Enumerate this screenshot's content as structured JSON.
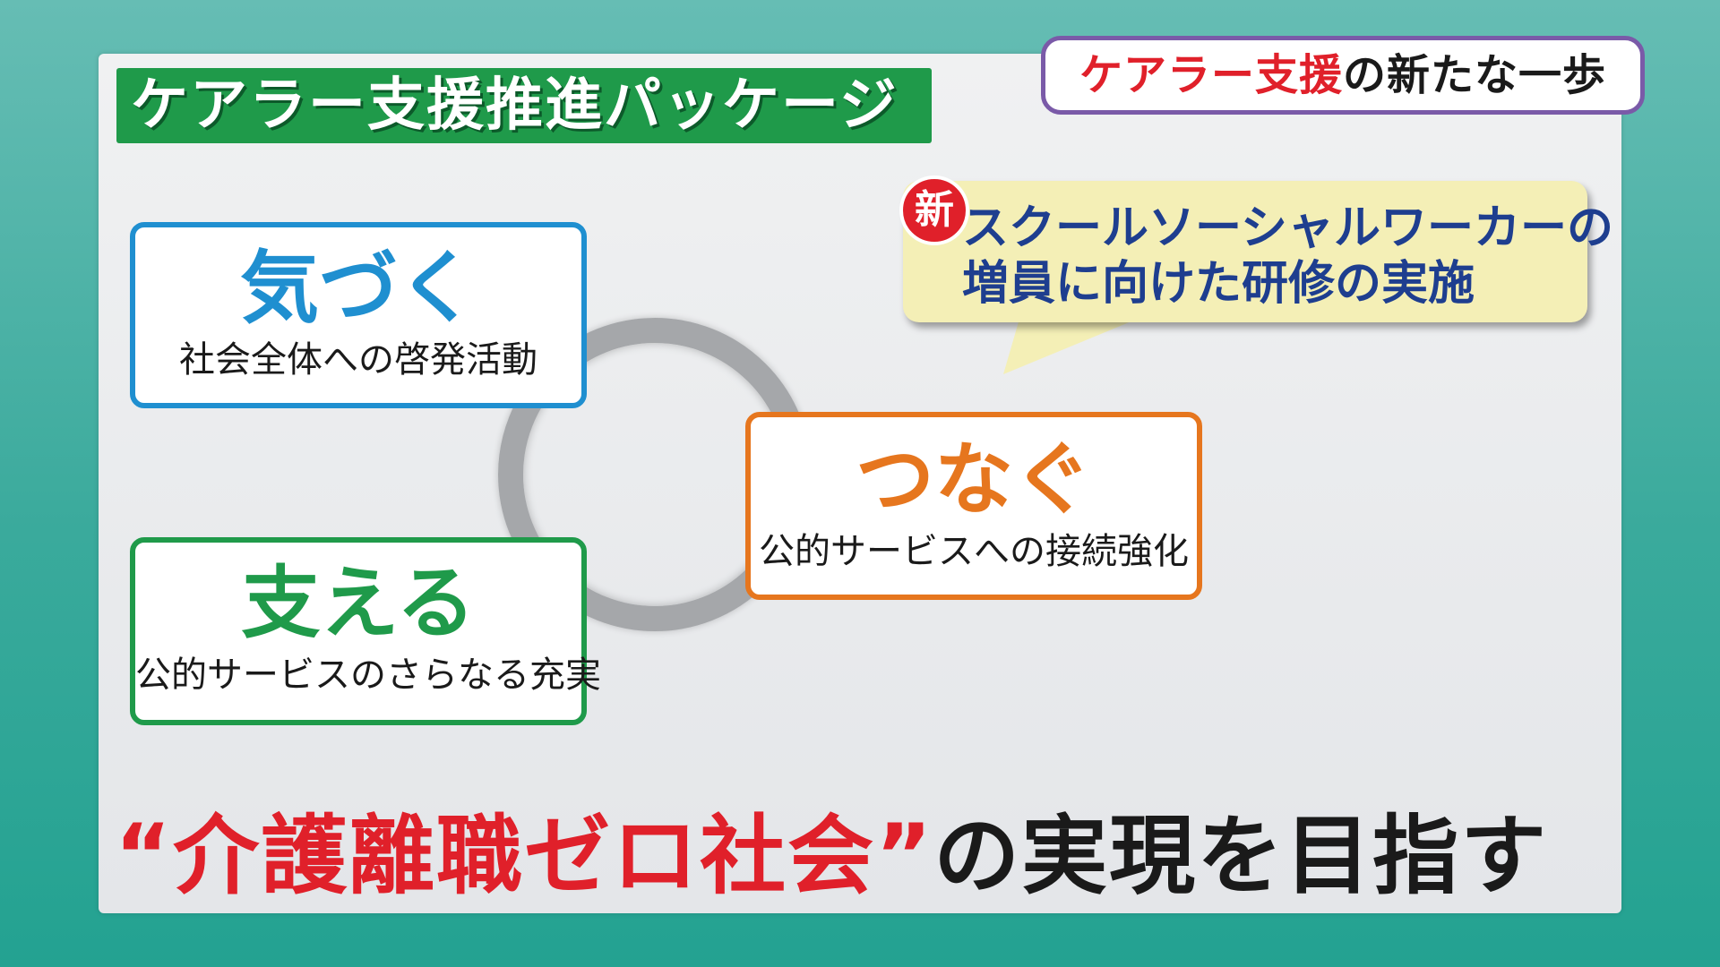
{
  "header": {
    "package_title": "ケアラー支援推進パッケージ",
    "corner_badge": {
      "highlight": "ケアラー支援",
      "rest": "の新たな一歩"
    }
  },
  "cycle": {
    "notice": {
      "title": "気づく",
      "subtitle": "社会全体への啓発活動"
    },
    "support": {
      "title": "支える",
      "subtitle": "公的サービスのさらなる充実"
    },
    "connect": {
      "title": "つなぐ",
      "subtitle": "公的サービスへの接続強化"
    }
  },
  "callout": {
    "badge": "新",
    "line1": "スクールソーシャルワーカーの",
    "line2": "増員に向けた研修の実施"
  },
  "headline": {
    "highlight": "“介護離職ゼロ社会”",
    "rest": "の実現を目指す"
  },
  "colors": {
    "green": "#1f9a4a",
    "blue": "#1f8fd0",
    "orange": "#e6761e",
    "red": "#e0202a",
    "purple": "#7a5aa8",
    "callout_bg": "#f4efb6",
    "callout_text": "#1e3e8f"
  }
}
